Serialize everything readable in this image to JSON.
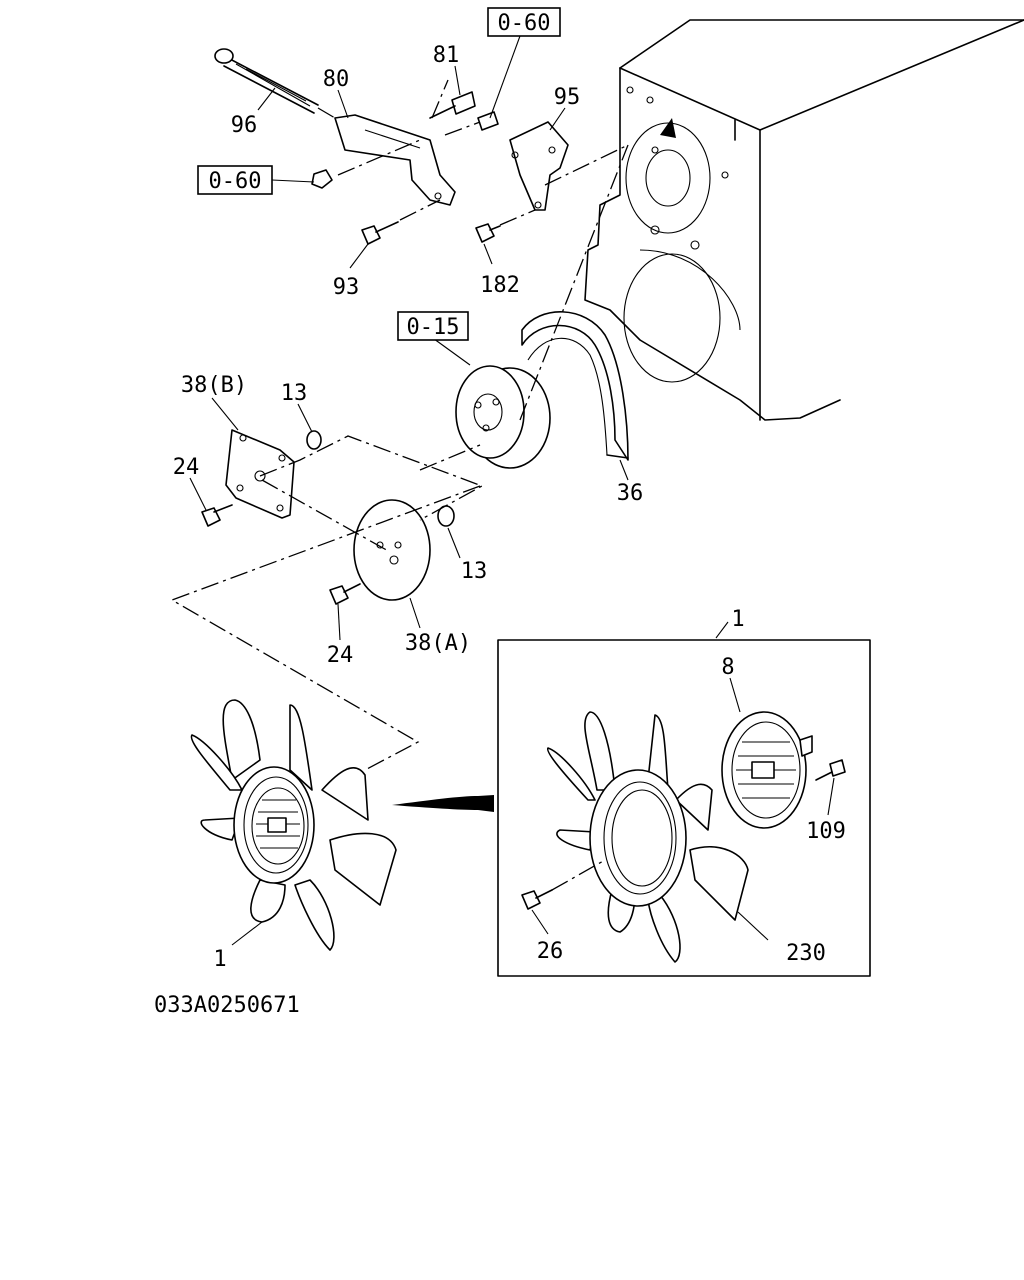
{
  "labels": {
    "ref_top": "0-60",
    "n81": "81",
    "n80": "80",
    "n95": "95",
    "n96": "96",
    "ref_left": "0-60",
    "n93": "93",
    "n182": "182",
    "ref_pulley": "0-15",
    "n38b": "38(B)",
    "n13a": "13",
    "n24a": "24",
    "n36": "36",
    "n13b": "13",
    "n24b": "24",
    "n38a": "38(A)",
    "n1_box": "1",
    "n8": "8",
    "n109": "109",
    "n26": "26",
    "n230": "230",
    "n1_fan": "1",
    "drawing_code": "033A0250671"
  }
}
